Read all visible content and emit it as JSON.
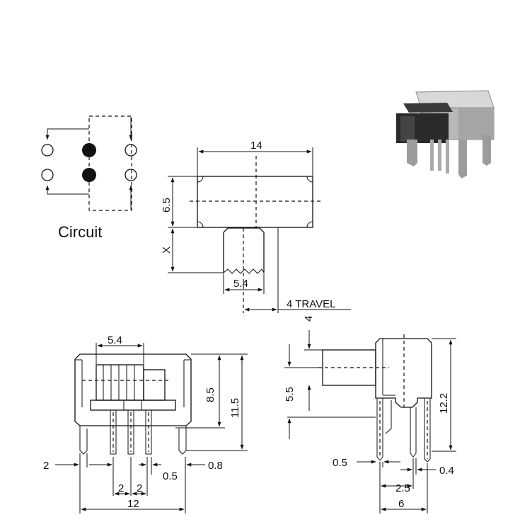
{
  "circuit": {
    "title": "Circuit"
  },
  "top_view": {
    "dim_width": "14",
    "dim_height": "6.5",
    "dim_x": "X",
    "dim_actuator": "5.4",
    "dim_travel": "4 TRAVEL"
  },
  "front_view": {
    "dim_actuator": "5.4",
    "dim_body_height": "8.5",
    "dim_total_height": "11.5",
    "dim_edge": "2",
    "dim_pitch_1": "2",
    "dim_pitch_2": "2",
    "dim_pin": "0.5",
    "dim_leg": "0.8",
    "dim_width": "12"
  },
  "side_view": {
    "dim_actuator_top": "4",
    "dim_actuator": "5.5",
    "dim_height": "12.2",
    "dim_pin_left": "0.5",
    "dim_pin_right": "0.4",
    "dim_pitch": "2.5",
    "dim_width": "6"
  },
  "colors": {
    "line": "#111111",
    "photo_body": "#b9b9b9",
    "photo_actuator": "#2a2a2a"
  }
}
